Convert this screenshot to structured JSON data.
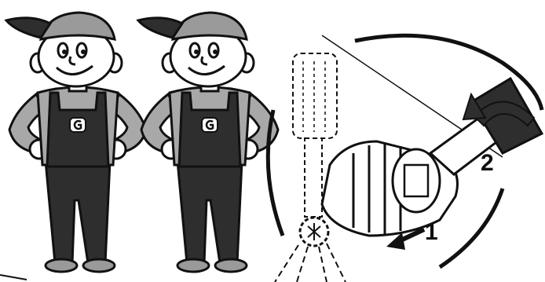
{
  "figure": {
    "step_labels": [
      "1",
      "2"
    ],
    "icons": [
      "mechanic-figure",
      "mechanic-figure",
      "screwdriver-icon",
      "nozzle-filter-part",
      "motion-arrow-icon",
      "rotation-arrow-icon",
      "spray-lines"
    ],
    "colors": {
      "outline": "#111111",
      "overall_dark": "#2e2e2e",
      "shirt_gray": "#a8a8a8",
      "cap_gray": "#9a9a9a",
      "background": "#ffffff"
    }
  }
}
